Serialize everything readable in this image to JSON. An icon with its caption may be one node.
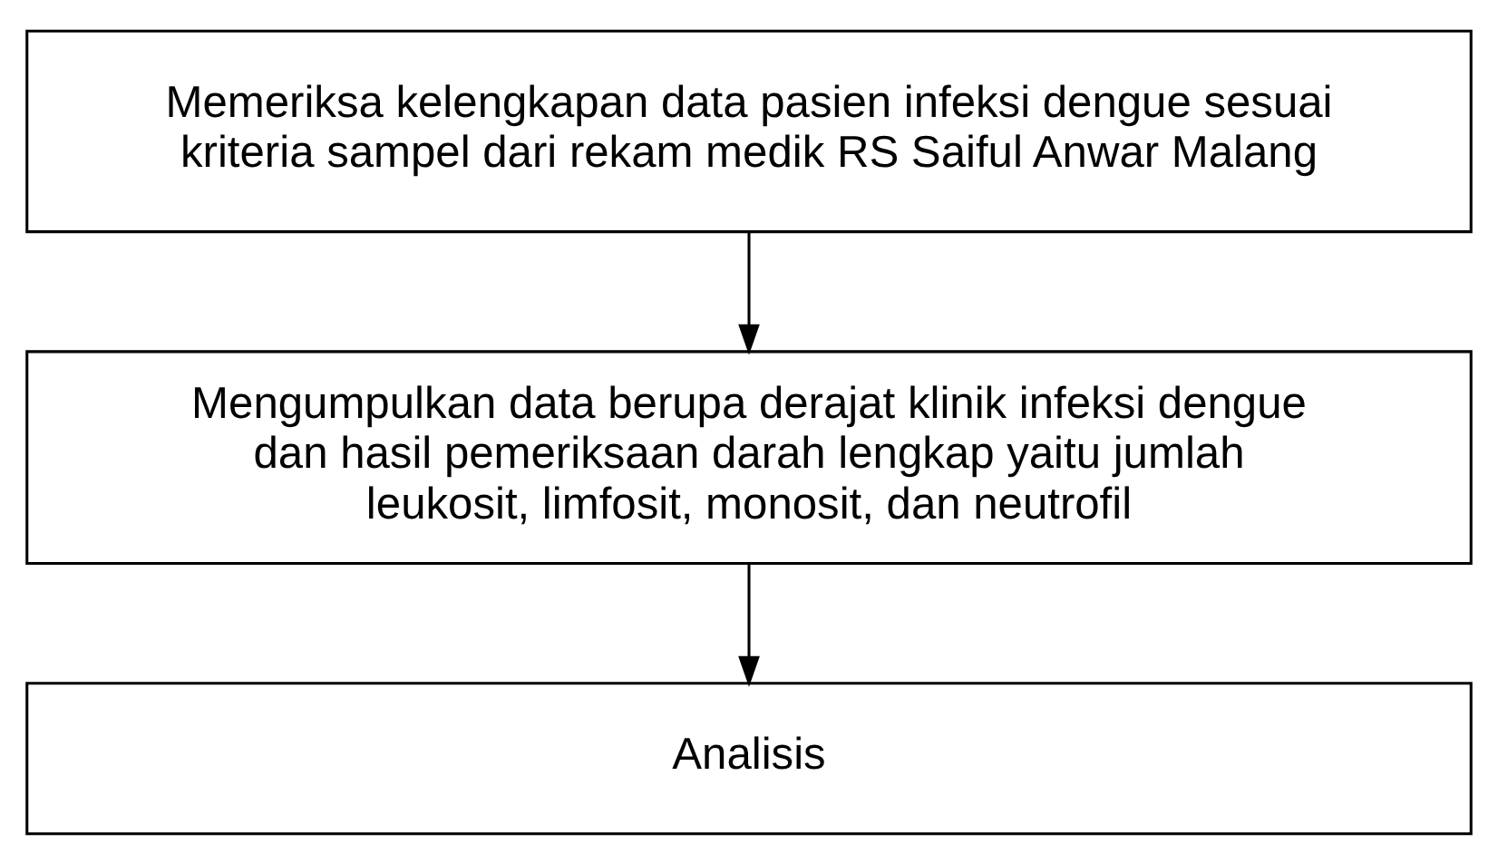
{
  "diagram": {
    "nodes": [
      {
        "text": [
          "Memeriksa kelengkapan data pasien infeksi dengue sesuai kriteria sampel dari rekam medik RS Saiful Anwar Malang"
        ]
      },
      {
        "text": [
          "Mengumpulkan data berupa derajat klinik infeksi dengue dan hasil pemeriksaan darah lengkap yaitu jumlah leukosit, limfosit, monosit, dan neutrofil"
        ]
      },
      {
        "text": [
          "Analisis"
        ]
      }
    ],
    "edges": [
      {
        "from": 0,
        "to": 1,
        "arrow": "to"
      },
      {
        "from": 1,
        "to": 2,
        "arrow": "to"
      }
    ]
  }
}
